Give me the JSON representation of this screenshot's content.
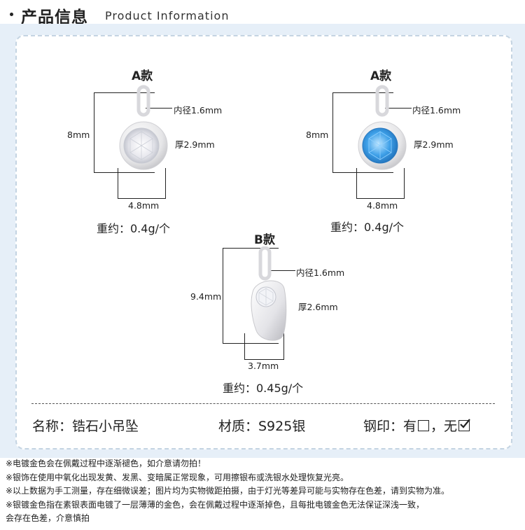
{
  "header": {
    "title_cn": "产品信息",
    "title_en": "Product Information"
  },
  "variants": [
    {
      "title": "A款",
      "inner_diameter": "内径1.6mm",
      "height": "8mm",
      "thickness": "厚2.9mm",
      "width": "4.8mm",
      "weight": "重约：0.4g/个",
      "stone_color": "clear"
    },
    {
      "title": "A款",
      "inner_diameter": "内径1.6mm",
      "height": "8mm",
      "thickness": "厚2.9mm",
      "width": "4.8mm",
      "weight": "重约：0.4g/个",
      "stone_color": "#3ea0e8"
    },
    {
      "title": "B款",
      "inner_diameter": "内径1.6mm",
      "height": "9.4mm",
      "thickness": "厚2.6mm",
      "width": "3.7mm",
      "weight": "重约：0.45g/个",
      "stone_color": "clear"
    }
  ],
  "specs": {
    "name": "名称：锆石小吊坠",
    "material": "材质：S925银",
    "stamp_prefix": "钢印：有",
    "stamp_middle": "，无"
  },
  "notes": [
    "※电镀金色会在佩戴过程中逐渐褪色，如介意请勿拍！",
    "※银饰在使用中氧化出现发黄、发黑、变暗属正常现象，可用擦银布或洗银水处理恢复光亮。",
    "※以上数据为手工测量，存在细微误差；图片均为实物微距拍摄，由于灯光等差异可能与实物存在色差，请到实物为准。",
    "※银镀金色指在素银表面电镀了一层薄薄的金色，会在佩戴过程中逐渐掉色，且每批电镀金色无法保证深浅一致，",
    "会存在色差，介意慎拍"
  ]
}
